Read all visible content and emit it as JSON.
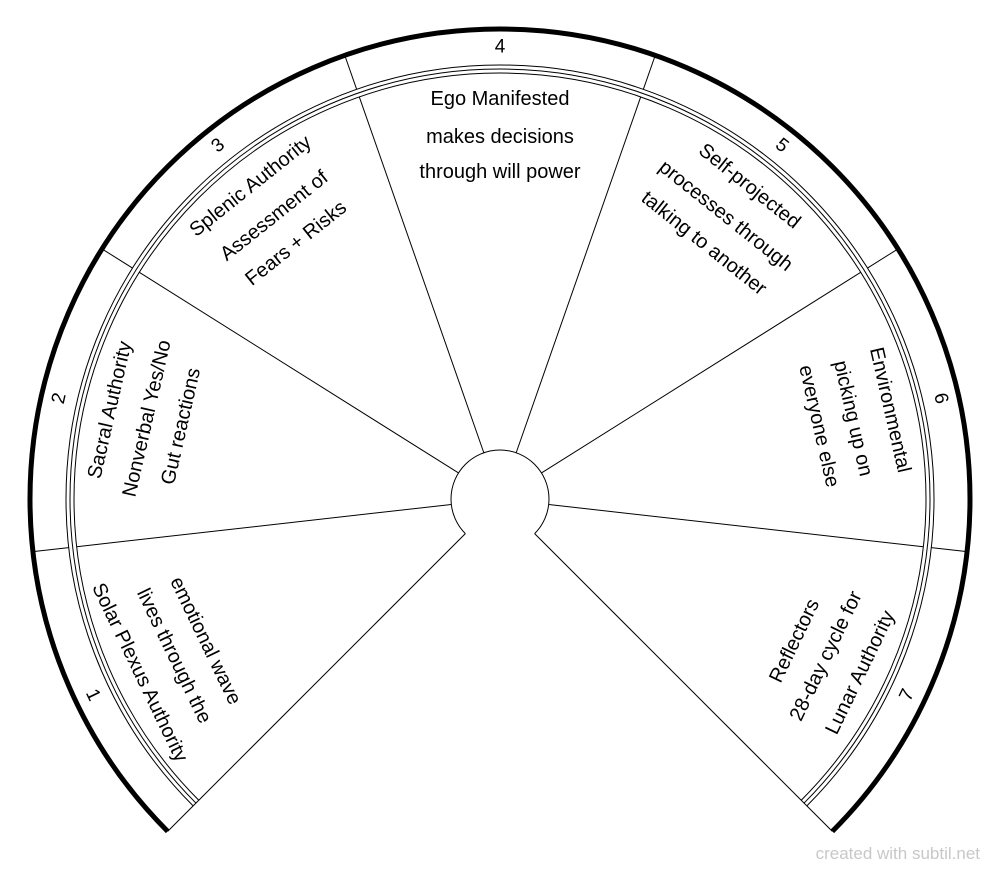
{
  "segments": [
    {
      "number": "1",
      "title": "Solar Plexus Authority",
      "desc": [
        "lives through the",
        "emotional wave"
      ]
    },
    {
      "number": "2",
      "title": "Sacral Authority",
      "desc": [
        "Nonverbal Yes/No",
        "Gut reactions"
      ]
    },
    {
      "number": "3",
      "title": "Splenic Authority",
      "desc": [
        "Assessment of",
        "Fears + Risks"
      ]
    },
    {
      "number": "4",
      "title": "Ego Manifested",
      "desc": [
        "makes decisions",
        "through will power"
      ]
    },
    {
      "number": "5",
      "title": "Self-projected",
      "desc": [
        "processes through",
        "talking to another"
      ]
    },
    {
      "number": "6",
      "title": "Environmental",
      "desc": [
        "picking up on",
        "everyone else"
      ]
    },
    {
      "number": "7",
      "title": "Lunar Authority",
      "desc": [
        "28-day cycle for",
        "Reflectors"
      ]
    }
  ],
  "credit": "created with subtil.net"
}
